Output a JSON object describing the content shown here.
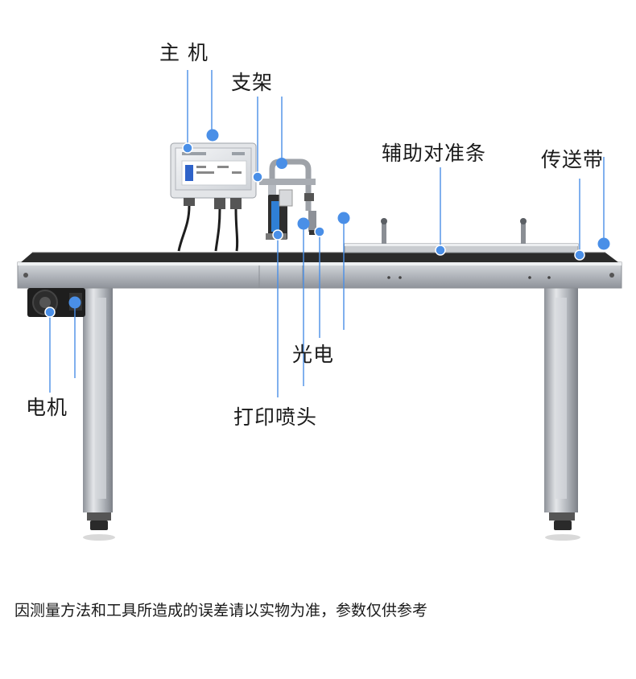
{
  "labels": {
    "host": "主 机",
    "bracket": "支架",
    "guide_bar": "辅助对准条",
    "conveyor_belt": "传送带",
    "photo_sensor": "光电",
    "motor": "电机",
    "print_head": "打印喷头"
  },
  "disclaimer": "因测量方法和工具所造成的误差请以实物为准，参数仅供参考",
  "colors": {
    "marker": "#4a8fe7",
    "leader_line": "#4a8fe7",
    "belt": "#2b2b2b",
    "steel": "#b8bcc2",
    "text": "#1a1a1a"
  }
}
